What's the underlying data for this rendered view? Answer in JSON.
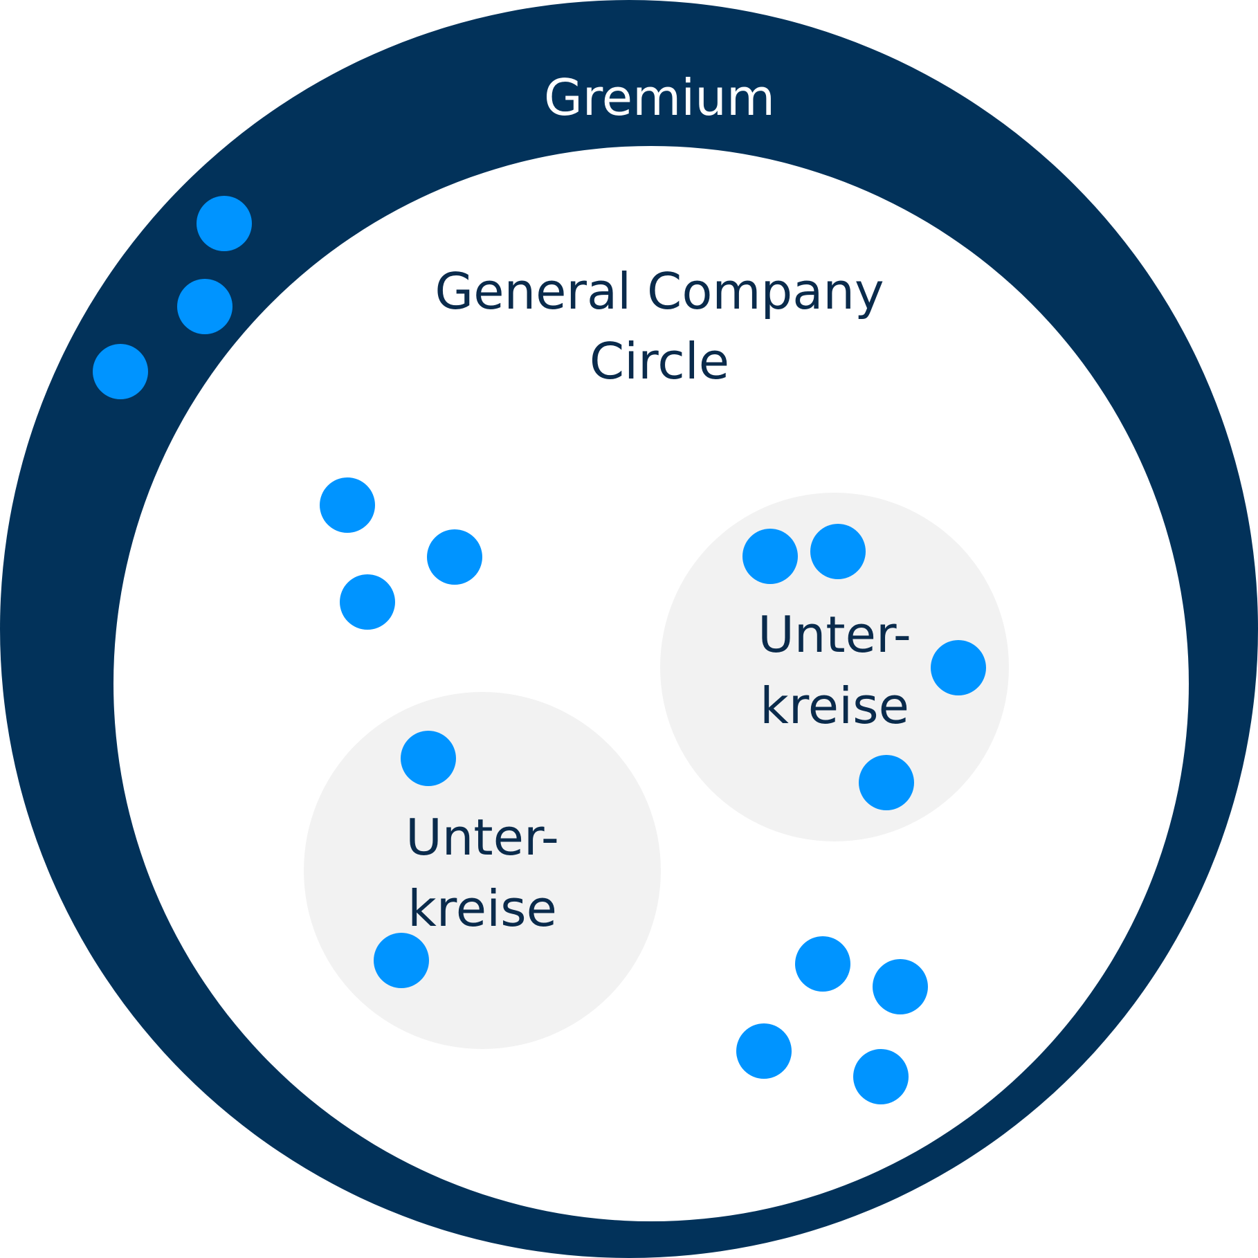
{
  "colors": {
    "outer_ring": "#02325A",
    "inner_background": "#FFFFFF",
    "sub_circle": "#F2F2F2",
    "member_dot": "#0094FF",
    "outer_text": "#FFFFFF",
    "inner_text": "#0A2B4C"
  },
  "gremium": {
    "label": "Gremium"
  },
  "general_circle": {
    "label_line1": "General Company",
    "label_line2": "Circle"
  },
  "subcircles": [
    {
      "label_line1": "Unter-",
      "label_line2": "kreise"
    },
    {
      "label_line1": "Unter-",
      "label_line2": "kreise"
    }
  ]
}
